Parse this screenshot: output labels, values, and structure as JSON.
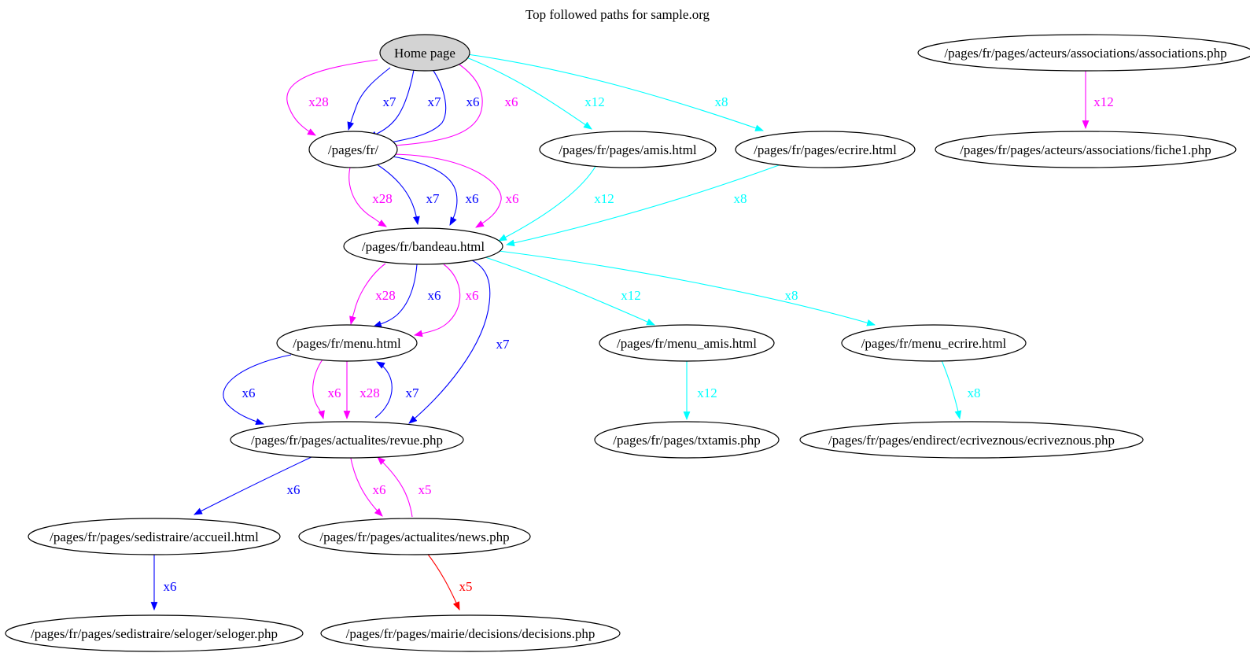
{
  "title": "Top followed paths for sample.org",
  "colors": {
    "magenta": "#ff00ff",
    "blue": "#0000ff",
    "cyan": "#00ffff",
    "red": "#ff0000",
    "home_fill": "#d3d3d3",
    "node_fill": "#ffffff",
    "stroke": "#000000"
  },
  "nodes": [
    {
      "id": "home",
      "label": "Home page",
      "highlight": true
    },
    {
      "id": "fr",
      "label": "/pages/fr/"
    },
    {
      "id": "amis",
      "label": "/pages/fr/pages/amis.html"
    },
    {
      "id": "ecrire",
      "label": "/pages/fr/pages/ecrire.html"
    },
    {
      "id": "assoc",
      "label": "/pages/fr/pages/acteurs/associations/associations.php"
    },
    {
      "id": "fiche1",
      "label": "/pages/fr/pages/acteurs/associations/fiche1.php"
    },
    {
      "id": "bandeau",
      "label": "/pages/fr/bandeau.html"
    },
    {
      "id": "menu",
      "label": "/pages/fr/menu.html"
    },
    {
      "id": "menu_amis",
      "label": "/pages/fr/menu_amis.html"
    },
    {
      "id": "menu_ecrire",
      "label": "/pages/fr/menu_ecrire.html"
    },
    {
      "id": "revue",
      "label": "/pages/fr/pages/actualites/revue.php"
    },
    {
      "id": "txtamis",
      "label": "/pages/fr/pages/txtamis.php"
    },
    {
      "id": "ecriveznous",
      "label": "/pages/fr/pages/endirect/ecriveznous/ecriveznous.php"
    },
    {
      "id": "accueil",
      "label": "/pages/fr/pages/sedistraire/accueil.html"
    },
    {
      "id": "news",
      "label": "/pages/fr/pages/actualites/news.php"
    },
    {
      "id": "seloger",
      "label": "/pages/fr/pages/sedistraire/seloger/seloger.php"
    },
    {
      "id": "decisions",
      "label": "/pages/fr/pages/mairie/decisions/decisions.php"
    }
  ],
  "edges": [
    {
      "id": "e1",
      "from": "home",
      "to": "fr",
      "label": "x28",
      "color": "magenta"
    },
    {
      "id": "e2",
      "from": "home",
      "to": "fr",
      "label": "x7",
      "color": "blue"
    },
    {
      "id": "e3",
      "from": "home",
      "to": "fr",
      "label": "x7",
      "color": "blue"
    },
    {
      "id": "e4",
      "from": "home",
      "to": "fr",
      "label": "x6",
      "color": "blue"
    },
    {
      "id": "e5",
      "from": "home",
      "to": "fr",
      "label": "x6",
      "color": "magenta"
    },
    {
      "id": "e6",
      "from": "home",
      "to": "amis",
      "label": "x12",
      "color": "cyan"
    },
    {
      "id": "e7",
      "from": "home",
      "to": "ecrire",
      "label": "x8",
      "color": "cyan"
    },
    {
      "id": "e8",
      "from": "assoc",
      "to": "fiche1",
      "label": "x12",
      "color": "magenta"
    },
    {
      "id": "e9",
      "from": "fr",
      "to": "bandeau",
      "label": "x28",
      "color": "magenta"
    },
    {
      "id": "e10",
      "from": "fr",
      "to": "bandeau",
      "label": "x7",
      "color": "blue"
    },
    {
      "id": "e11",
      "from": "fr",
      "to": "bandeau",
      "label": "x6",
      "color": "blue"
    },
    {
      "id": "e12",
      "from": "fr",
      "to": "bandeau",
      "label": "x6",
      "color": "magenta"
    },
    {
      "id": "e13",
      "from": "amis",
      "to": "bandeau",
      "label": "x12",
      "color": "cyan"
    },
    {
      "id": "e14",
      "from": "ecrire",
      "to": "bandeau",
      "label": "x8",
      "color": "cyan"
    },
    {
      "id": "e15",
      "from": "bandeau",
      "to": "menu",
      "label": "x28",
      "color": "magenta"
    },
    {
      "id": "e16",
      "from": "bandeau",
      "to": "menu",
      "label": "x6",
      "color": "blue"
    },
    {
      "id": "e17",
      "from": "bandeau",
      "to": "menu",
      "label": "x6",
      "color": "magenta"
    },
    {
      "id": "e18",
      "from": "bandeau",
      "to": "revue",
      "label": "x7",
      "color": "blue"
    },
    {
      "id": "e19",
      "from": "bandeau",
      "to": "menu_amis",
      "label": "x12",
      "color": "cyan"
    },
    {
      "id": "e20",
      "from": "bandeau",
      "to": "menu_ecrire",
      "label": "x8",
      "color": "cyan"
    },
    {
      "id": "e21",
      "from": "menu",
      "to": "revue",
      "label": "x6",
      "color": "blue"
    },
    {
      "id": "e22",
      "from": "menu",
      "to": "revue",
      "label": "x6",
      "color": "magenta"
    },
    {
      "id": "e23",
      "from": "menu",
      "to": "revue",
      "label": "x28",
      "color": "magenta"
    },
    {
      "id": "e24",
      "from": "revue",
      "to": "menu",
      "label": "x7",
      "color": "blue"
    },
    {
      "id": "e25",
      "from": "menu_amis",
      "to": "txtamis",
      "label": "x12",
      "color": "cyan"
    },
    {
      "id": "e26",
      "from": "menu_ecrire",
      "to": "ecriveznous",
      "label": "x8",
      "color": "cyan"
    },
    {
      "id": "e27",
      "from": "revue",
      "to": "accueil",
      "label": "x6",
      "color": "blue"
    },
    {
      "id": "e28",
      "from": "revue",
      "to": "news",
      "label": "x6",
      "color": "magenta"
    },
    {
      "id": "e29",
      "from": "news",
      "to": "revue",
      "label": "x5",
      "color": "magenta"
    },
    {
      "id": "e30",
      "from": "accueil",
      "to": "seloger",
      "label": "x6",
      "color": "blue"
    },
    {
      "id": "e31",
      "from": "news",
      "to": "decisions",
      "label": "x5",
      "color": "red"
    }
  ]
}
